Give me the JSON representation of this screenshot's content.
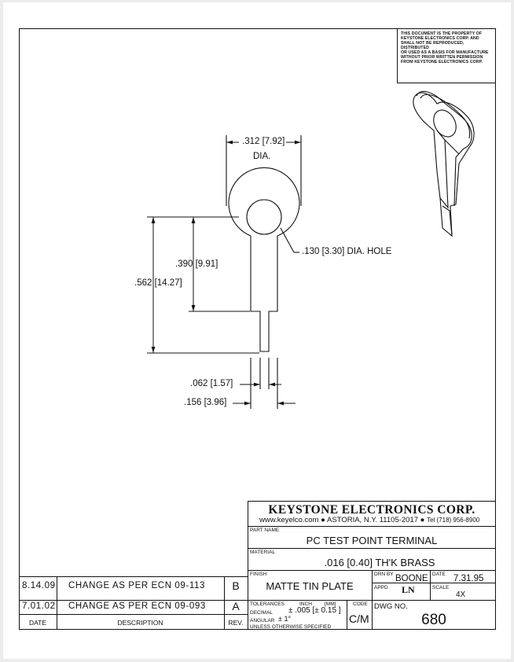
{
  "notice": {
    "line1": "THIS DOCUMENT IS THE PROPERTY OF",
    "line2": "KEYSTONE ELECTRONICS CORP. AND",
    "line3": "SHALL NOT BE REPRODUCED, DISTRIBUTED",
    "line4": "OR USED AS A BASIS FOR MANUFACTURE",
    "line5": "WITHOUT PRIOR WRITTEN PERMISSION",
    "line6": "FROM KEYSTONE ELECTRONICS CORP."
  },
  "dimensions": {
    "outer_dia": ".312 [7.92]",
    "dia_label": "DIA.",
    "hole": ".130 [3.30] DIA. HOLE",
    "hole_center": ".390 [9.91]",
    "overall": ".562 [14.27]",
    "pin_width": ".062 [1.57]",
    "body_width": ".156 [3.96]"
  },
  "title_block": {
    "company": "KEYSTONE ELECTRONICS CORP.",
    "website": "www.keyelco.com",
    "address": "ASTORIA, N.Y. 11105-2017",
    "tel": "Tel (718) 956-8900",
    "bullet": "●",
    "part_name_label": "PART NAME",
    "part_name": "PC TEST POINT TERMINAL",
    "material_label": "MATERIAL",
    "material": ".016 [0.40] TH'K BRASS",
    "finish_label": "FINISH",
    "finish": "MATTE TIN PLATE",
    "drn_by_label": "DRN BY",
    "drn_by": "BOONE",
    "date_label": "DATE",
    "date": "7.31.95",
    "appd_label": "APPD",
    "appd": "LN",
    "scale_label": "SCALE",
    "scale": "4X",
    "tolerances_label": "TOLERANCES",
    "inch_label": "INCH",
    "mm_label": "[MM]",
    "code_label": "CODE",
    "decimal_label": "DECIMAL",
    "decimal_value": "± .005  [± 0.15 ]",
    "angular_label": "ANGULAR",
    "angular_value": "± 1°",
    "unless": "UNLESS OTHERWISE SPECIFIED",
    "code": "C/M",
    "dwg_no_label": "DWG NO.",
    "dwg_no": "680"
  },
  "revisions": {
    "rows": [
      {
        "date": "8.14.09",
        "description": "CHANGE AS PER ECN 09-113",
        "rev": "B"
      },
      {
        "date": "7.01.02",
        "description": "CHANGE AS PER ECN 09-093",
        "rev": "A"
      }
    ],
    "header": {
      "date": "DATE",
      "description": "DESCRIPTION",
      "rev": "REV."
    }
  }
}
